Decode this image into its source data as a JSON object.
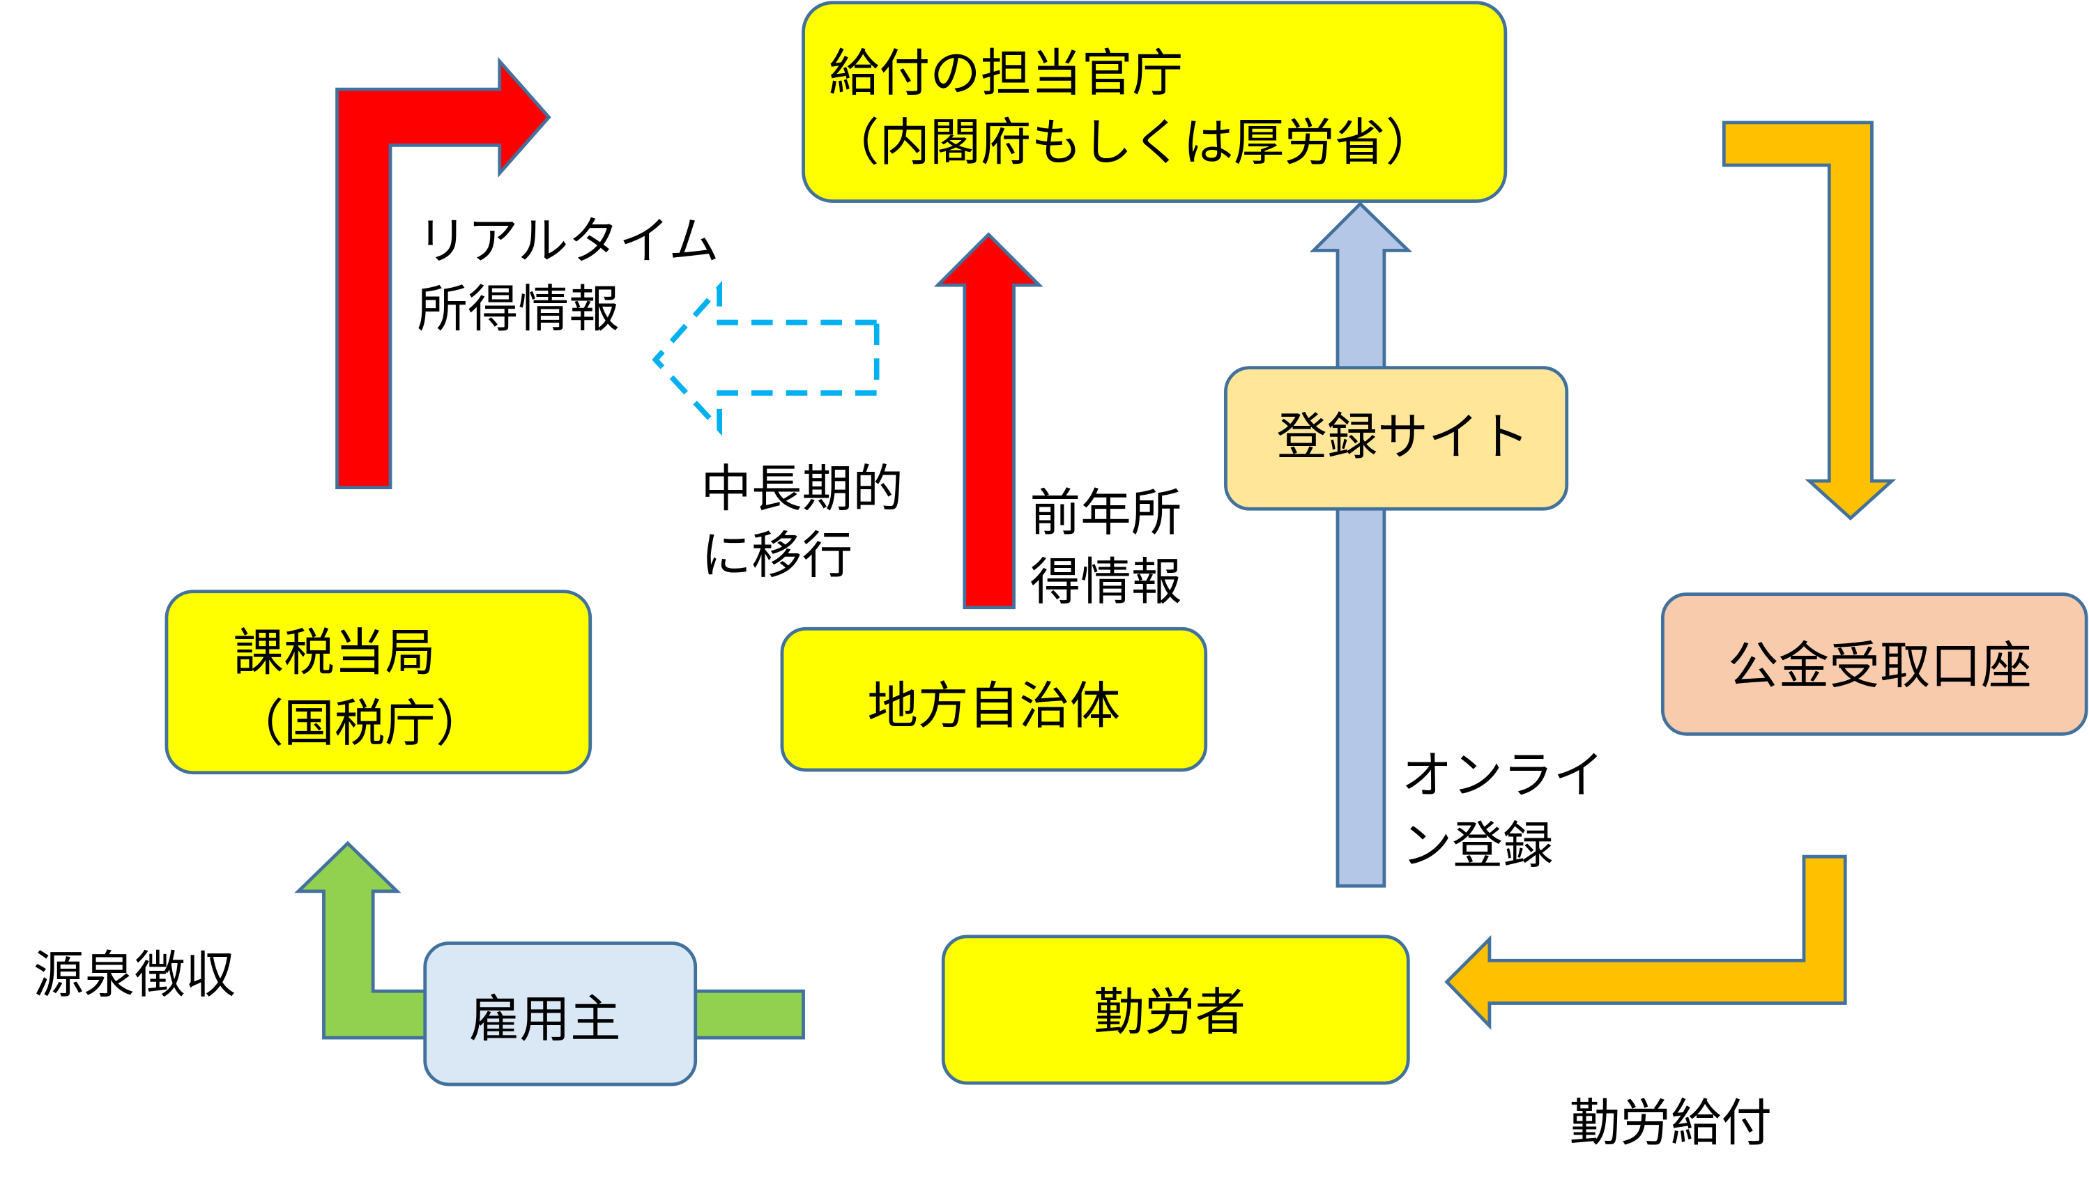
{
  "colors": {
    "outline": "#41719c",
    "yellow_box": "#ffff00",
    "registration_box": "#ffe699",
    "account_box": "#f8cbad",
    "employer_box": "#dae8f5",
    "red_arrow": "#ff0000",
    "blue_arrow": "#b4c7e7",
    "orange_arrow": "#ffc000",
    "green_arrow": "#92d050",
    "dashed_arrow": "#00b0f0"
  },
  "nodes": {
    "ministry": {
      "line1": "給付の担当官庁",
      "line2": "（内閣府もしくは厚労省）"
    },
    "tax_authority": {
      "line1": "課税当局",
      "line2": "（国税庁）"
    },
    "local_government": {
      "label": "地方自治体"
    },
    "registration_site": {
      "label": "登録サイト"
    },
    "public_account": {
      "label": "公金受取口座"
    },
    "employer": {
      "label": "雇用主"
    },
    "worker": {
      "label": "勤労者"
    }
  },
  "edge_labels": {
    "realtime_income": {
      "line1": "リアルタイム",
      "line2": "所得情報"
    },
    "long_term_transition": {
      "line1": "中長期的",
      "line2": "に移行"
    },
    "previous_year_income": {
      "line1": "前年所",
      "line2": "得情報"
    },
    "online_registration": {
      "line1": "オンライ",
      "line2": "ン登録"
    },
    "withholding": {
      "label": "源泉徴収"
    },
    "work_benefit": {
      "label": "勤労給付"
    }
  }
}
